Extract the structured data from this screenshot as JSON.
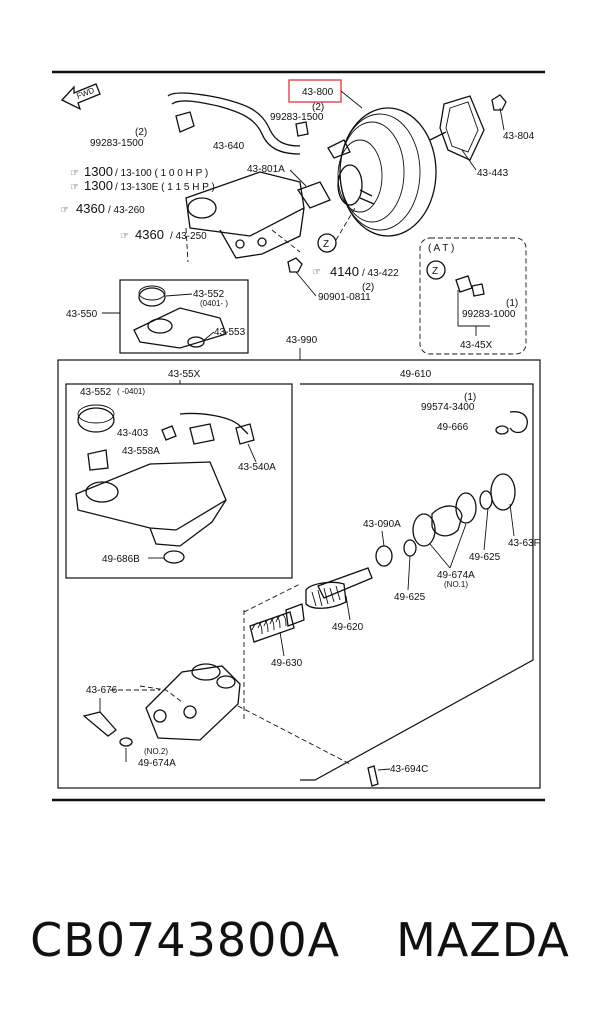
{
  "diagram": {
    "arrow_text": "FWD",
    "highlight_color": "#e8404a",
    "labels": {
      "p43800": "43-800",
      "p43800_qty": "(2)",
      "p99283_1500_top": "99283-1500",
      "p99283_1500_left": "99283-1500",
      "p99283_1500_left_qty": "(2)",
      "p43640": "43-640",
      "p43804": "43-804",
      "p43443": "43-443",
      "p43801A": "43-801A",
      "ref1300_num": "1300",
      "ref1300_text": "/ 13-100  ( 1 0 0 H P )",
      "ref1300b_num": "1300",
      "ref1300b_text": "/ 13-130E ( 1 1 5 H P )",
      "ref4360a_num": "4360",
      "ref4360a_text": "/ 43-260",
      "ref4360b_num": "4360",
      "ref4360b_text": "/ 43-250",
      "ref4140_num": "4140",
      "ref4140_text": "/ 43-422",
      "p90901": "90901-0811",
      "p90901_qty": "(2)",
      "z_marker": "Z",
      "at_title": "( A T )",
      "at_99283": "99283-1000",
      "at_99283_qty": "(1)",
      "at_4345x": "43-45X",
      "p43550": "43-550",
      "p43552_top": "43-552",
      "p43552_top_note": "(0401- )",
      "p43553": "43-553",
      "p43990": "43-990",
      "p4355x": "43-55X",
      "p43552_inner": "43-552",
      "p43552_inner_note": "( -0401)",
      "p43403": "43-403",
      "p43558A": "43-558A",
      "p43540A": "43-540A",
      "p49686B": "49-686B",
      "p49610": "49-610",
      "p99574": "99574-3400",
      "p99574_qty": "(1)",
      "p49666": "49-666",
      "p43090A": "43-090A",
      "p49625_a": "49-625",
      "p49625_b": "49-625",
      "p43_63F": "43-63F",
      "p49674A_no1": "49-674A",
      "no1": "(NO.1)",
      "p49620": "49-620",
      "p49630": "49-630",
      "p43676": "43-676",
      "no2": "(NO.2)",
      "p49674A_no2": "49-674A",
      "p43694C": "43-694C"
    }
  },
  "caption": {
    "part_number": "CB0743800A",
    "brand": "MAZDA"
  }
}
